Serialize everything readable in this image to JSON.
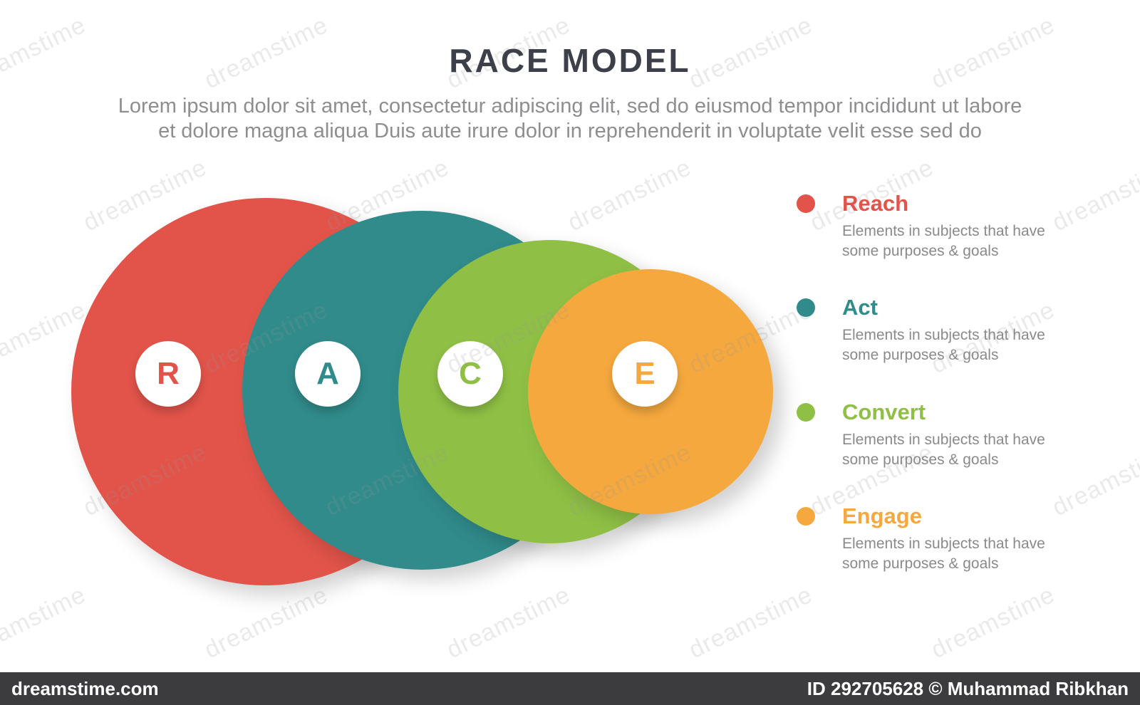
{
  "page": {
    "title": "RACE MODEL",
    "description_line1": "Lorem ipsum dolor sit amet, consectetur adipiscing elit, sed do eiusmod tempor incididunt ut labore",
    "description_line2": "et dolore magna aliqua Duis aute irure dolor in reprehenderit in voluptate velit esse sed do"
  },
  "diagram": {
    "circles": [
      {
        "letter": "R",
        "name": "Reach",
        "color": "#e2544a"
      },
      {
        "letter": "A",
        "name": "Act",
        "color": "#318b8b"
      },
      {
        "letter": "C",
        "name": "Convert",
        "color": "#8fc045"
      },
      {
        "letter": "E",
        "name": "Engage",
        "color": "#f5a83e"
      }
    ]
  },
  "legend": {
    "items": [
      {
        "label": "Reach",
        "color": "#e2544a",
        "desc_line1": "Elements in subjects that have",
        "desc_line2": "some purposes & goals"
      },
      {
        "label": "Act",
        "color": "#318b8b",
        "desc_line1": "Elements in subjects that have",
        "desc_line2": "some purposes & goals"
      },
      {
        "label": "Convert",
        "color": "#8fc045",
        "desc_line1": "Elements in subjects that have",
        "desc_line2": "some purposes & goals"
      },
      {
        "label": "Engage",
        "color": "#f5a83e",
        "desc_line1": "Elements in subjects that have",
        "desc_line2": "some purposes & goals"
      }
    ]
  },
  "watermark": {
    "brand": "dreamstime",
    "site": "dreamstime.com",
    "credit": "ID 292705628 © Muhammad Ribkhan"
  }
}
